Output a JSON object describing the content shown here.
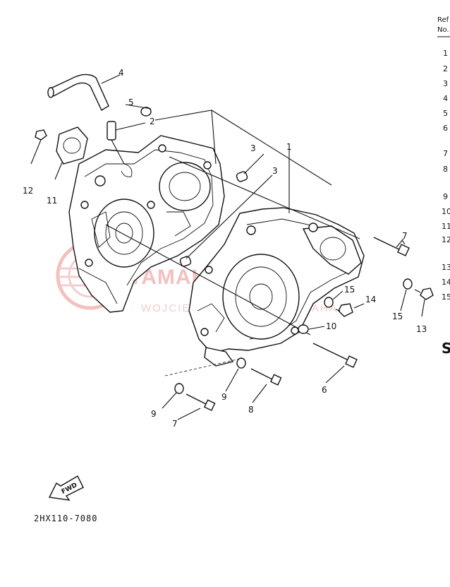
{
  "callouts": {
    "c1": "1",
    "c2": "2",
    "c3a": "3",
    "c3b": "3",
    "c4": "4",
    "c5": "5",
    "c6": "6",
    "c7a": "7",
    "c7b": "7",
    "c8": "8",
    "c9a": "9",
    "c9b": "9",
    "c10": "10",
    "c11": "11",
    "c12": "12",
    "c13": "13",
    "c14": "14",
    "c15a": "15",
    "c15b": "15"
  },
  "diagram_code": "2HX110-7080",
  "fwd_label": "FWD",
  "watermark": {
    "brand": "YAMAHA PARTS.PL",
    "sub": "WOJCIECH ... DEALER YAMAHA"
  },
  "ref_column": {
    "header_line1": "Ref",
    "header_line2": "No.",
    "numbers": [
      "1",
      "2",
      "3",
      "4",
      "5",
      "6",
      "7",
      "8",
      "9",
      "10",
      "11",
      "12",
      "13",
      "14",
      "15"
    ],
    "section_letter": "S"
  },
  "colors": {
    "line": "#111111",
    "watermark": "#f3b6b6"
  }
}
